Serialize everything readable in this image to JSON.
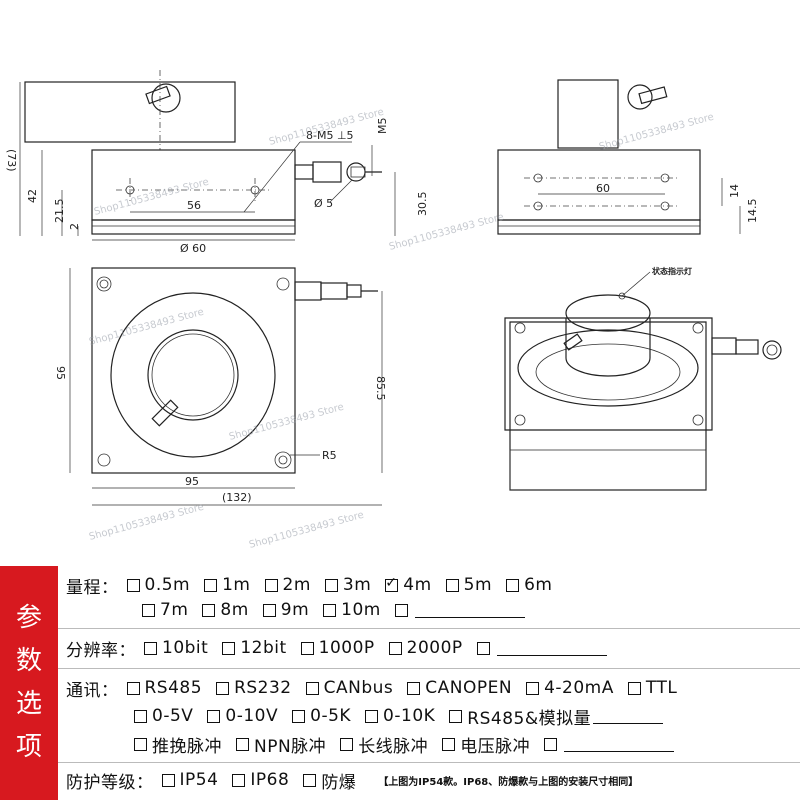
{
  "drawing": {
    "dimensions": {
      "d73": "(73)",
      "d42": "42",
      "d21_5": "21.5",
      "d2": "2",
      "d56": "56",
      "dphi60": "Ø 60",
      "dphi5": "Ø 5",
      "d30_5": "30.5",
      "dm5": "M5",
      "thread": "8-M5 ⊥5",
      "d60": "60",
      "d14": "14",
      "d14_5": "14.5",
      "d95_v": "95",
      "d95_h": "95",
      "d85_5": "85.5",
      "d132": "(132)",
      "r5": "R5"
    },
    "led_label": "状态指示灯",
    "watermark": "Shop1105338493 Store"
  },
  "params_title": [
    "参",
    "数",
    "选",
    "项"
  ],
  "params": {
    "range": {
      "label": "量程：",
      "options": [
        {
          "text": "0.5m",
          "checked": false
        },
        {
          "text": "1m",
          "checked": false
        },
        {
          "text": "2m",
          "checked": false
        },
        {
          "text": "3m",
          "checked": false
        },
        {
          "text": "4m",
          "checked": true
        },
        {
          "text": "5m",
          "checked": false
        },
        {
          "text": "6m",
          "checked": false
        },
        {
          "text": "7m",
          "checked": false
        },
        {
          "text": "8m",
          "checked": false
        },
        {
          "text": "9m",
          "checked": false
        },
        {
          "text": "10m",
          "checked": false
        }
      ]
    },
    "resolution": {
      "label": "分辨率：",
      "options": [
        "10bit",
        "12bit",
        "1000P",
        "2000P"
      ]
    },
    "comm": {
      "label": "通讯：",
      "line1": [
        "RS485",
        "RS232",
        "CANbus",
        "CANOPEN",
        "4-20mA",
        "TTL"
      ],
      "line2": [
        "0-5V",
        "0-10V",
        "0-5K",
        "0-10K",
        "RS485&模拟量"
      ],
      "line3": [
        "推挽脉冲",
        "NPN脉冲",
        "长线脉冲",
        "电压脉冲"
      ]
    },
    "protection": {
      "label": "防护等级：",
      "options": [
        "IP54",
        "IP68",
        "防爆"
      ],
      "note": "【上图为IP54款。IP68、防爆款与上图的安装尺寸相同】"
    }
  }
}
